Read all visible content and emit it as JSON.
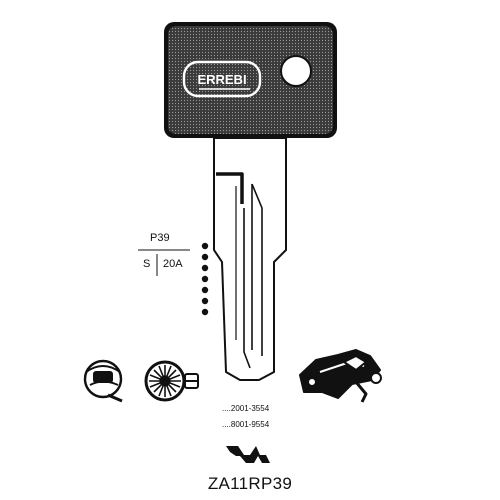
{
  "brand": {
    "logo_text": "ERREBI"
  },
  "key": {
    "series_code": "P39",
    "side_code": "S",
    "number_code": "20A",
    "ranges": [
      "....2001-3554",
      "....8001-9554"
    ],
    "model": "ZA11RP39"
  },
  "icons": [
    "helmet-icon",
    "steering-lock-icon",
    "motorcycle-icon",
    "key-cut-profile-icon"
  ],
  "colors": {
    "ink": "#111111",
    "bow": "#2a2a2a",
    "paper": "#ffffff"
  }
}
